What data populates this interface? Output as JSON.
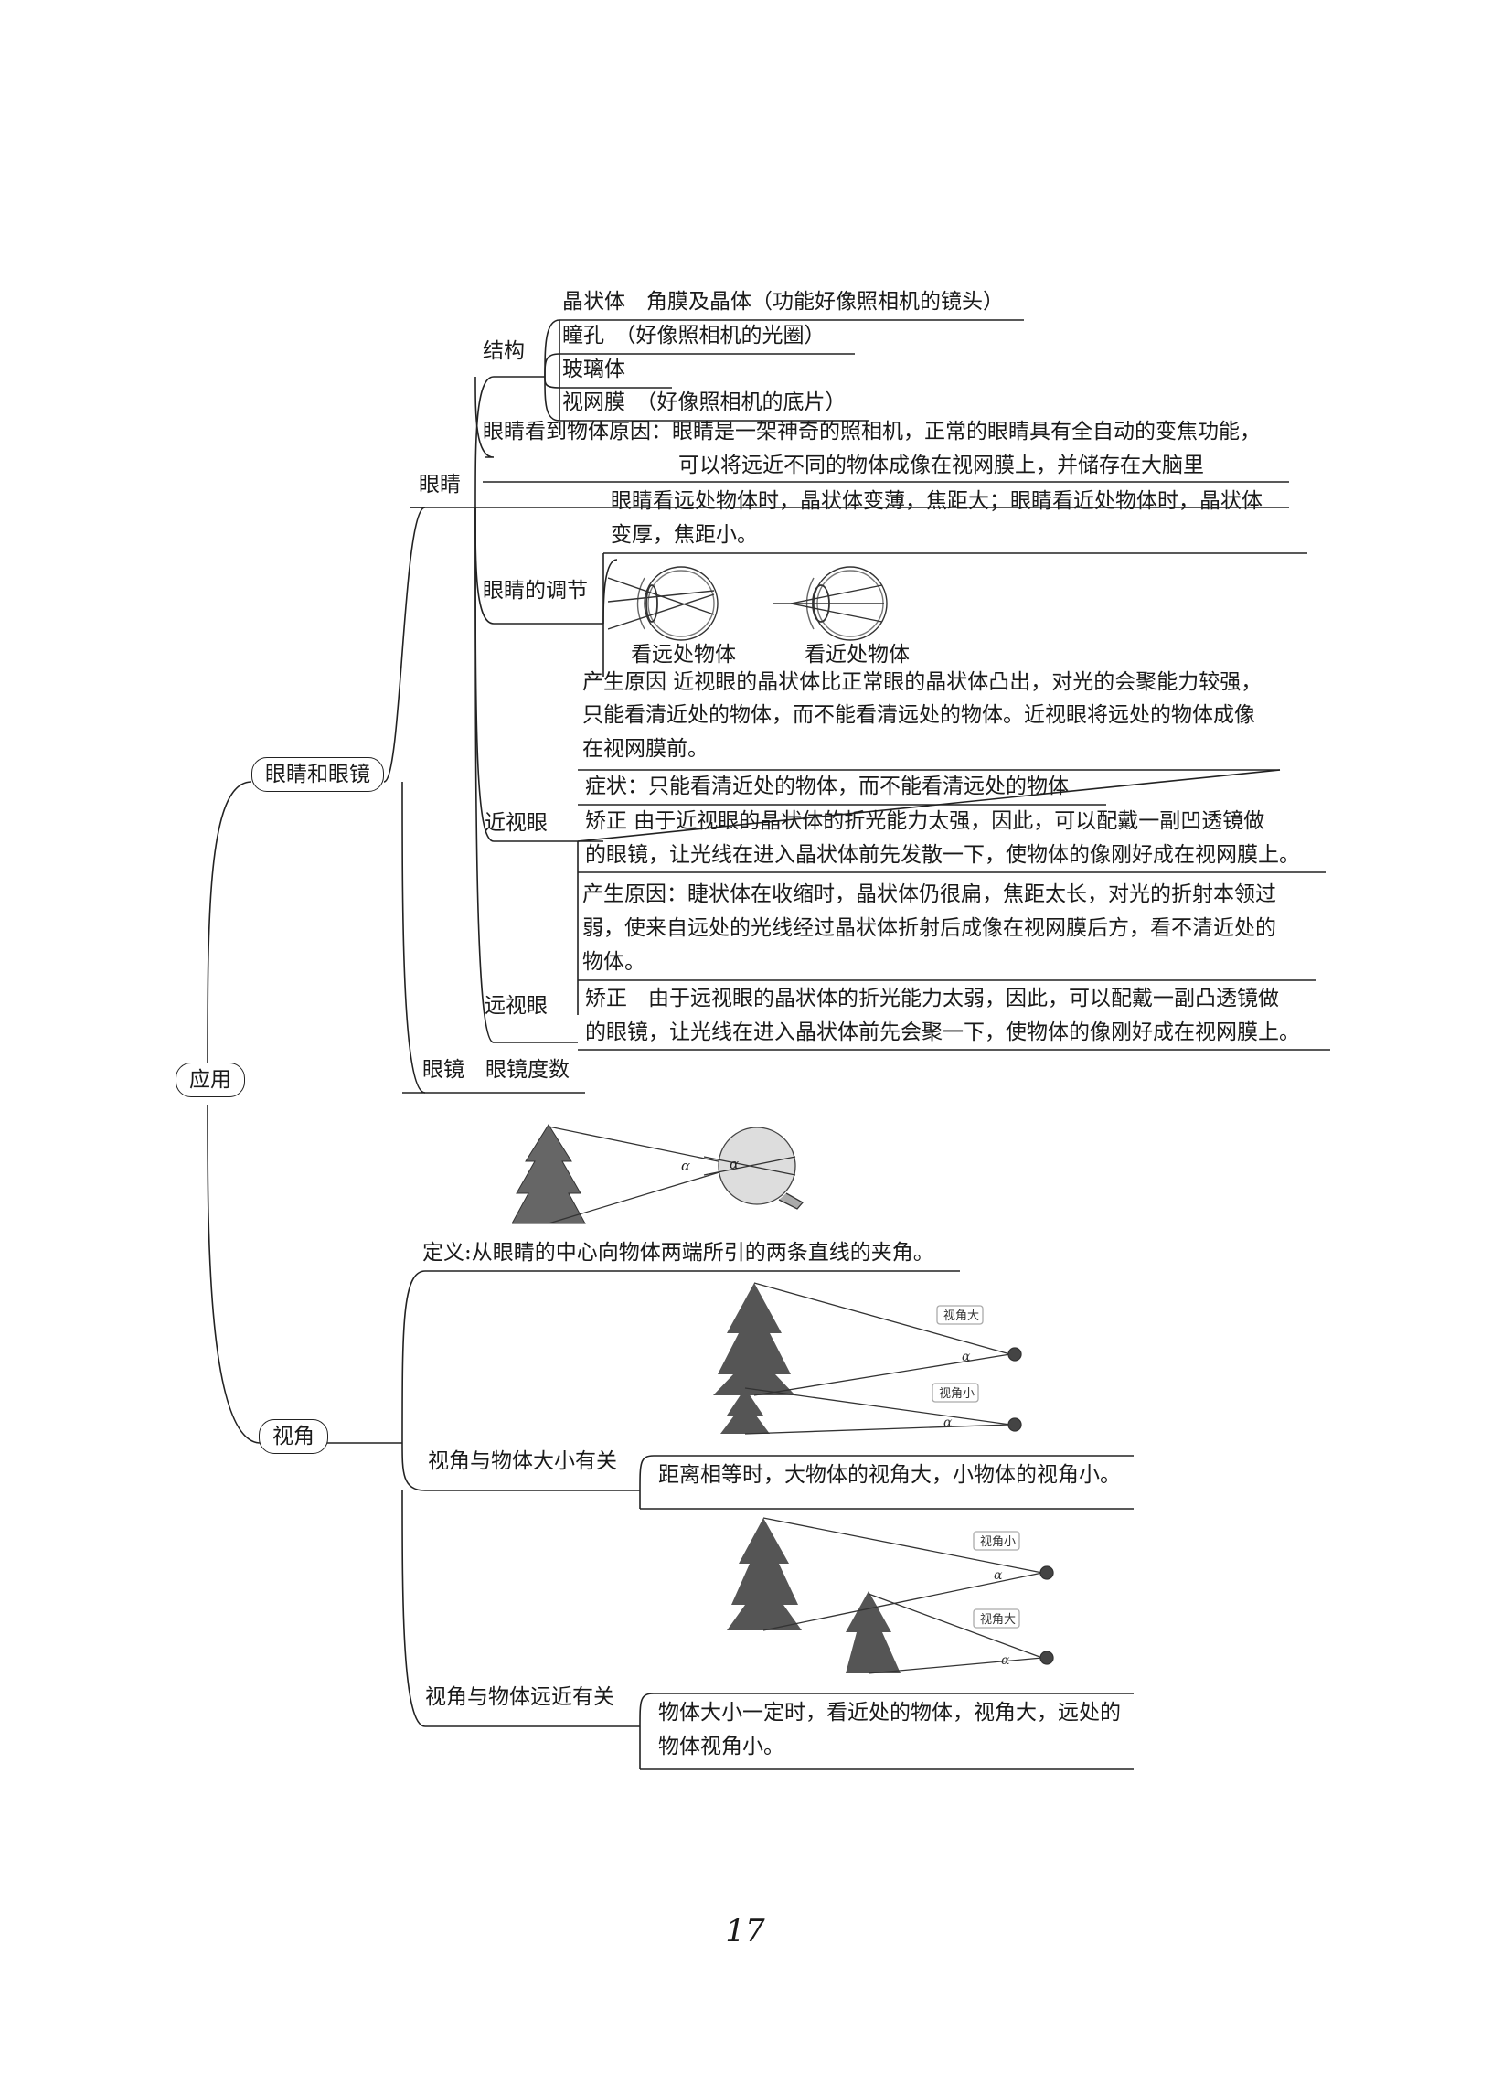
{
  "root": "应用",
  "branch1": {
    "title": "眼睛和眼镜",
    "eye": {
      "title": "眼睛",
      "structure": {
        "title": "结构",
        "items": [
          "晶状体　角膜及晶体（功能好像照相机的镜头）",
          "瞳孔　（好像照相机的光圈）",
          "玻璃体",
          "视网膜　（好像照相机的底片）"
        ]
      },
      "reason": {
        "line1": "眼睛看到物体原因：眼睛是一架神奇的照相机，正常的眼睛具有全自动的变焦功能，",
        "line2": "可以将远近不同的物体成像在视网膜上，并储存在大脑里"
      },
      "adjust": {
        "title": "眼睛的调节",
        "line1": "眼睛看远处物体时，晶状体变薄，焦距大；眼睛看近处物体时，晶状体",
        "line2": "变厚，焦距小。",
        "fig_far": "看远处物体",
        "fig_near": "看近处物体"
      },
      "myopia": {
        "title": "近视眼",
        "cause_lines": [
          "产生原因  近视眼的晶状体比正常眼的晶状体凸出，对光的会聚能力较强，",
          "只能看清近处的物体，而不能看清远处的物体。近视眼将远处的物体成像",
          "在视网膜前。"
        ],
        "symptom": "症状：只能看清近处的物体，而不能看清远处的物体",
        "fix_lines": [
          "矫正  由于近视眼的晶状体的折光能力太强，因此，可以配戴一副凹透镜做",
          "的眼镜，让光线在进入晶状体前先发散一下，使物体的像刚好成在视网膜上。"
        ]
      },
      "hyperopia": {
        "title": "远视眼",
        "cause_lines": [
          "产生原因：睫状体在收缩时，晶状体仍很扁，焦距太长，对光的折射本领过",
          "弱，使来自远处的光线经过晶状体折射后成像在视网膜后方，看不清近处的",
          "物体。"
        ],
        "fix_lines": [
          "矫正　由于远视眼的晶状体的折光能力太弱，因此，可以配戴一副凸透镜做",
          "的眼镜，让光线在进入晶状体前先会聚一下，使物体的像刚好成在视网膜上。"
        ]
      }
    },
    "glasses": "眼镜　眼镜度数"
  },
  "branch2": {
    "title": "视角",
    "definition": "定义:从眼睛的中心向物体两端所引的两条直线的夹角。",
    "alpha": "α",
    "size": {
      "title": "视角与物体大小有关",
      "text": "距离相等时，大物体的视角大，小物体的视角小。",
      "tag_big": "视角大",
      "tag_small": "视角小"
    },
    "distance": {
      "title": "视角与物体远近有关",
      "line1": "物体大小一定时，看近处的物体，视角大，远处的",
      "line2": "物体视角小。",
      "tag_small": "视角小",
      "tag_big": "视角大"
    }
  },
  "page_number": "17"
}
